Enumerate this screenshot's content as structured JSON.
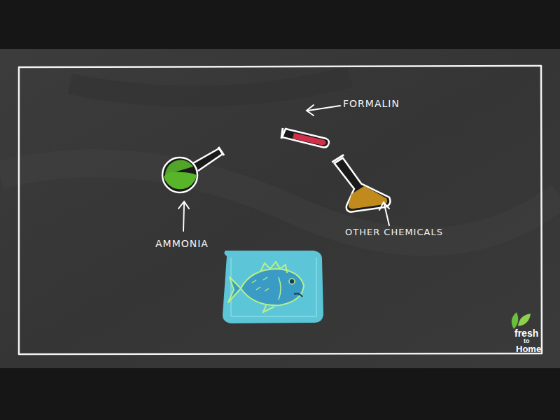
{
  "diagram": {
    "labels": [
      "FORMALIN",
      "AMMONIA",
      "OTHER CHEMICALS",
      "fresh",
      "to",
      "Home"
    ]
  }
}
